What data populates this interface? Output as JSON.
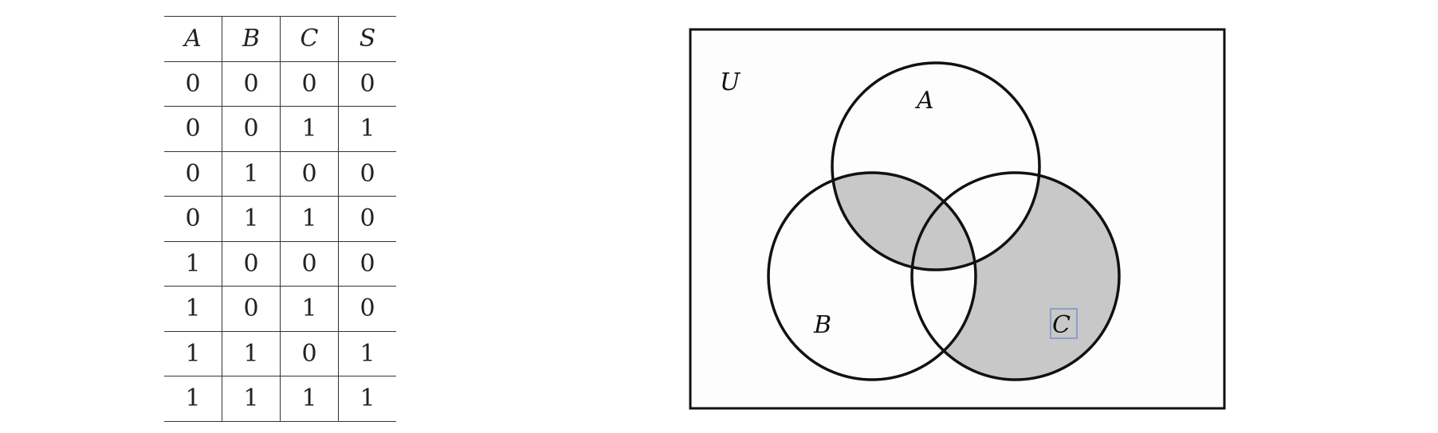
{
  "truth_table": {
    "headers": [
      "A",
      "B",
      "C",
      "S"
    ],
    "rows": [
      [
        "0",
        "0",
        "0",
        "0"
      ],
      [
        "0",
        "0",
        "1",
        "1"
      ],
      [
        "0",
        "1",
        "0",
        "0"
      ],
      [
        "0",
        "1",
        "1",
        "0"
      ],
      [
        "1",
        "0",
        "0",
        "0"
      ],
      [
        "1",
        "0",
        "1",
        "0"
      ],
      [
        "1",
        "1",
        "0",
        "1"
      ],
      [
        "1",
        "1",
        "1",
        "1"
      ]
    ]
  },
  "venn": {
    "universe_label": "U",
    "sets": [
      "A",
      "B",
      "C"
    ],
    "shaded_regions": [
      "A∩B only (not C)",
      "C only (not A, not B)",
      "A∩B∩C"
    ],
    "colors": {
      "shade": "#c8c8c8",
      "stroke": "#111111",
      "highlight_box": "#7b8fc7"
    }
  }
}
